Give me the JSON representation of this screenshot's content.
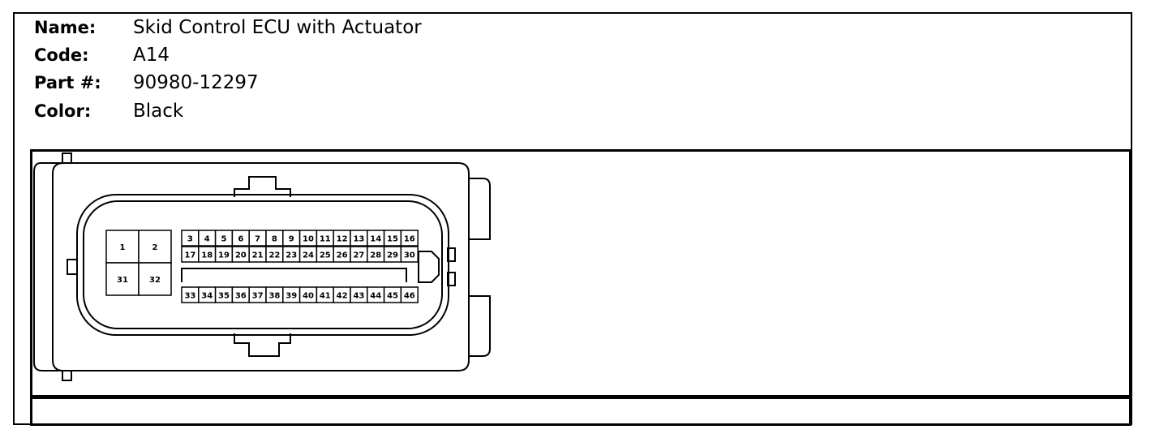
{
  "connector": {
    "name_label": "Name:",
    "name_value": "Skid Control ECU with Actuator",
    "code_label": "Code:",
    "code_value": "A14",
    "part_label": "Part #:",
    "part_value": "90980-12297",
    "color_label": "Color:",
    "color_value": "Black"
  },
  "pins": {
    "large": [
      "1",
      "2",
      "31",
      "32"
    ],
    "row1": [
      "3",
      "4",
      "5",
      "6",
      "7",
      "8",
      "9",
      "10",
      "11",
      "12",
      "13",
      "14",
      "15",
      "16"
    ],
    "row2": [
      "17",
      "18",
      "19",
      "20",
      "21",
      "22",
      "23",
      "24",
      "25",
      "26",
      "27",
      "28",
      "29",
      "30"
    ],
    "row3": [
      "33",
      "34",
      "35",
      "36",
      "37",
      "38",
      "39",
      "40",
      "41",
      "42",
      "43",
      "44",
      "45",
      "46"
    ]
  }
}
